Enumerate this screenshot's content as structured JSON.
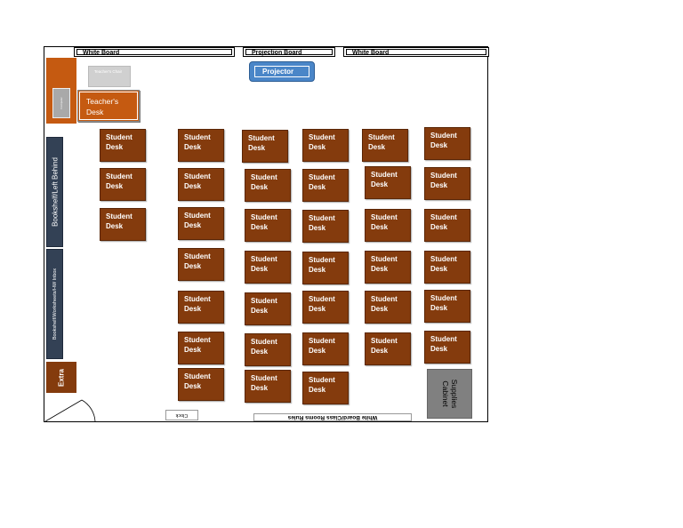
{
  "boards": {
    "left": "White Board",
    "center": "Projection Board",
    "right": "White Board"
  },
  "projector": "Projector",
  "teacher": {
    "chair": "Teacher's Chair",
    "desk": "Teacher's Desk",
    "cabinet": "Computer"
  },
  "desk_label": "Student Desk",
  "desk_label_lines": [
    "Student",
    "Desk"
  ],
  "side": {
    "bookshelf": "Bookshelf/Left Behind",
    "homework": "Bookshelf/Worksheets/HW Inbox",
    "extra": "Extra"
  },
  "supplies": "Supplies Cabinet",
  "bottom": {
    "clock": "Clock",
    "board": "White Board/Class Rooms Rules"
  },
  "colors": {
    "desk": "#843b0d",
    "teacher_desk": "#c55a11",
    "projector": "#4a86c8",
    "shelf": "#334155",
    "cabinet": "#808080"
  }
}
